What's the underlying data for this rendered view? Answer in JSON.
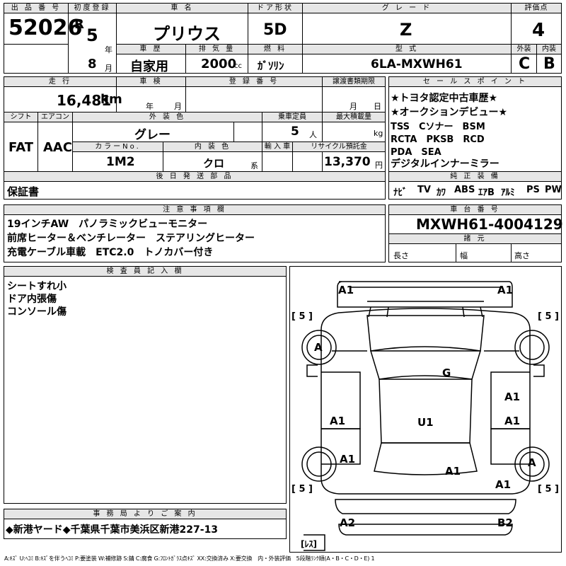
{
  "header_row": {
    "lot_label": "出 品 番 号",
    "lot_no": "52026",
    "first_reg_label": "初度登録",
    "era": "R",
    "year": "5",
    "year_unit": "年",
    "month": "8",
    "month_unit": "月",
    "name_label": "車 名",
    "car_name": "プリウス",
    "door_label": "ドア形状",
    "door": "5D",
    "grade_label": "グ レ ー ド",
    "grade": "Z",
    "score_label": "評価点",
    "score": "4",
    "history_label": "車 歴",
    "history": "自家用",
    "cc_label": "排 気 量",
    "cc": "2000",
    "cc_unit": "cc",
    "fuel_label": "燃 料",
    "fuel": "ｶﾞｿﾘﾝ",
    "model_label": "型 式",
    "model": "6LA-MXWH61",
    "ext_label": "外装",
    "ext": "C",
    "int_label": "内装",
    "int": "B"
  },
  "row2": {
    "mileage_label": "走 行",
    "mileage": "16,481",
    "mileage_unit": "km",
    "inspection_label": "車 検",
    "insp_year": "年",
    "insp_month": "月",
    "reg_label": "登 録 番 号",
    "transfer_label": "譲渡書類期限",
    "transfer_month": "月",
    "transfer_day": "日",
    "shift_label": "シフト",
    "shift": "FAT",
    "ac_label": "エアコン",
    "ac": "AAC",
    "color_label": "外 装 色",
    "color": "グレー",
    "capacity_label": "乗車定員",
    "capacity": "5",
    "capacity_unit": "人",
    "load_label": "最大積載量",
    "load_unit": "kg",
    "color_no_label": "カラーNo.",
    "color_no": "1M2",
    "int_color_label": "内 装 色",
    "int_color": "クロ",
    "int_color_unit": "系",
    "import_label": "輸 入 車",
    "recycle_label": "リサイクル預託金",
    "recycle": "13,370",
    "recycle_unit": "円",
    "later_label": "後 日 発 送 部 品",
    "later": "保証書"
  },
  "sales": {
    "label": "セ ー ル ス ポ イ ン ト",
    "lines": [
      "★トヨタ認定中古車歴★",
      "★オークションデビュー★",
      "TSS　Cソナー　BSM",
      "RCTA　PKSB　RCD",
      "PDA　SEA",
      "デジタルインナーミラー"
    ],
    "equip_label": "純 正 装 備",
    "equip": [
      "ﾅﾋﾞ",
      "TV",
      "ｶﾜ",
      "ABS",
      "ｴｱB",
      "ｱﾙﾐ",
      "PS",
      "PW"
    ]
  },
  "notes": {
    "label": "注 意 事 項 欄",
    "lines": [
      "19インチAW　パノラミックビューモニター",
      "前席ヒーター＆ベンチレーター　ステアリングヒーター",
      "充電ケーブル車載　ETC2.0　トノカバー付き"
    ]
  },
  "chassis": {
    "label": "車 台 番 号",
    "number": "MXWH61-4004129",
    "dims_label": "諸 元",
    "length": "長さ",
    "width": "幅",
    "height": "高さ"
  },
  "inspector": {
    "label": "検 査 員 記 入 欄",
    "lines": [
      "シートすれ小",
      "ドア内張傷",
      "コンソール傷"
    ]
  },
  "diagram": {
    "a1_fl": "A1",
    "a1_fr": "A1",
    "tire": "[ 5 ]",
    "g": "G",
    "u1": "U1",
    "a_left": "A",
    "a_right": "A",
    "a1_left_door": "A1",
    "a1_right_front_door": "A1",
    "a1_right_rear_door": "A1",
    "a1_left_rear": "A1",
    "a1_right_rear": "A1",
    "a1_center_rear": "A1",
    "a2": "A2",
    "b2": "B2",
    "spare": "[ﾚｽ]"
  },
  "office": {
    "label": "事 務 局 よ り ご 案 内",
    "text": "◆新港ヤード◆千葉県千葉市美浜区新港227-13"
  },
  "legend": "A:ｷｽﾞ U:ﾍｺﾐ B:ｷｽﾞを伴うﾍｺﾐ P:要塗装 W:補修跡 S:錆 C:腐食 G:ﾌﾛﾝﾄｶﾞﾗｽ点ｷｽﾞ XX:交換済み X:要交換　内・外装評価　5段階ﾗﾝｸ順(A・B・C・D・E) 1"
}
